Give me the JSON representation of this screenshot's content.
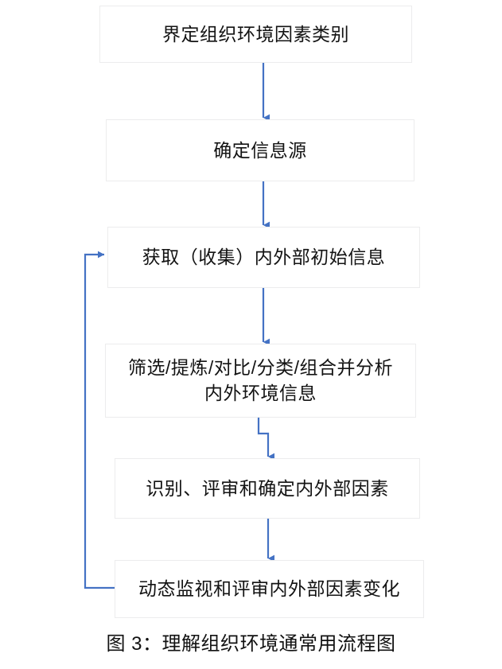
{
  "figure": {
    "caption": "图 3：理解组织环境通常用流程图",
    "accent_color": "#4472C4",
    "box_border_color": "#ECECED",
    "background_color": "#FFFFFF",
    "text_color": "#131313"
  },
  "diagram": {
    "type": "flowchart",
    "orientation": "top-to-bottom",
    "nodes": [
      {
        "id": "n1",
        "label": "界定组织环境因素类别"
      },
      {
        "id": "n2",
        "label": "确定信息源"
      },
      {
        "id": "n3",
        "label": "获取（收集）内外部初始信息"
      },
      {
        "id": "n4",
        "label": "筛选/提炼/对比/分类/组合并分析\n内外环境信息"
      },
      {
        "id": "n5",
        "label": "识别、评审和确定内外部因素"
      },
      {
        "id": "n6",
        "label": "动态监视和评审内外部因素变化"
      }
    ],
    "edges": [
      {
        "from": "n1",
        "to": "n2",
        "kind": "straight-down"
      },
      {
        "from": "n2",
        "to": "n3",
        "kind": "straight-down"
      },
      {
        "from": "n3",
        "to": "n4",
        "kind": "straight-down"
      },
      {
        "from": "n4",
        "to": "n5",
        "kind": "jogged-down"
      },
      {
        "from": "n5",
        "to": "n6",
        "kind": "straight-down"
      },
      {
        "from": "n6",
        "to": "n3",
        "kind": "feedback-loop-left"
      }
    ]
  }
}
